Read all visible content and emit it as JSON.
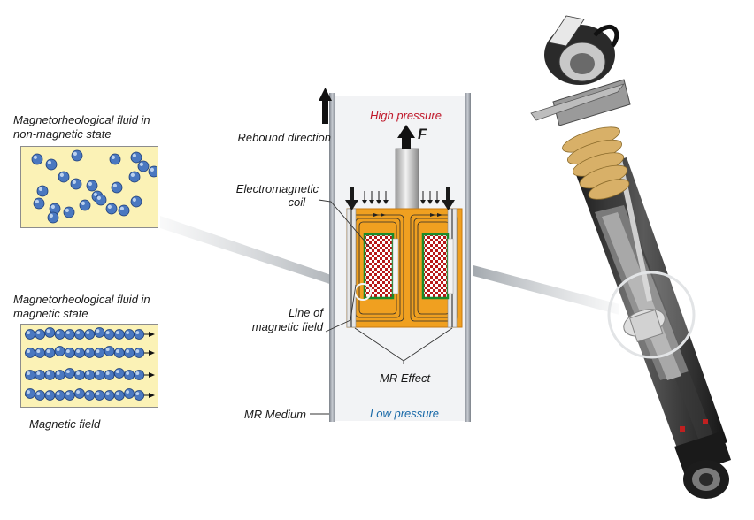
{
  "labels": {
    "nonmag_line1": "Magnetorheological fluid in",
    "nonmag_line2": "non-magnetic state",
    "mag_line1": "Magnetorheological fluid in",
    "mag_line2": "magnetic state",
    "magnetic_field": "Magnetic field",
    "rebound_direction": "Rebound direction",
    "high_pressure": "High pressure",
    "force": "F",
    "electromagnetic_line1": "Electromagnetic",
    "electromagnetic_line2": "coil",
    "line_of_line1": "Line of",
    "line_of_line2": "magnetic field",
    "mr_effect": "MR Effect",
    "mr_medium": "MR Medium",
    "low_pressure": "Low pressure"
  },
  "colors": {
    "fluid_panel": "#fbf2b6",
    "piston_orange": "#f0a020",
    "coil_red": "#c01818",
    "coil_border": "#1a8a2a",
    "high_pressure_text": "#c0182a",
    "low_pressure_text": "#1a6aa8",
    "particle_blue": "#4a78c0"
  },
  "icons": {
    "rebound_arrow": "up-arrow-icon",
    "force_arrow": "up-arrow-icon",
    "shock_absorber": "shock-absorber-illustration"
  }
}
